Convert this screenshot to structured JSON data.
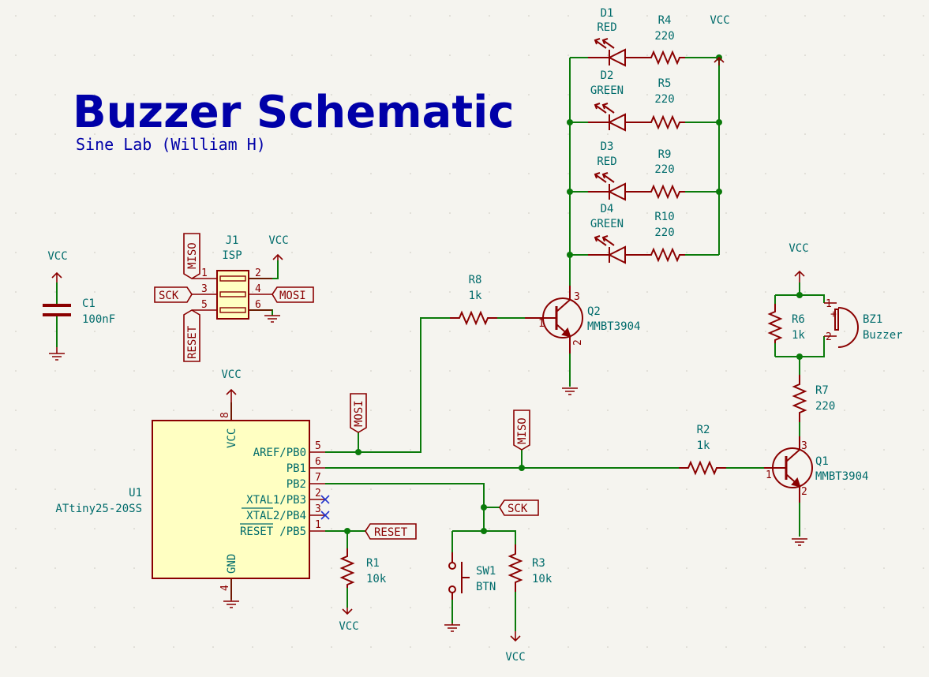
{
  "title": "Buzzer Schematic",
  "subtitle": "Sine Lab (William H)",
  "power": {
    "vcc": "VCC"
  },
  "labels": {
    "miso": "MISO",
    "mosi": "MOSI",
    "sck": "SCK",
    "reset": "RESET"
  },
  "components": {
    "c1": {
      "ref": "C1",
      "value": "100nF"
    },
    "j1": {
      "ref": "J1",
      "value": "ISP",
      "pins": [
        "1",
        "2",
        "3",
        "4",
        "5",
        "6"
      ]
    },
    "u1": {
      "ref": "U1",
      "value": "ATtiny25-20SS",
      "pins": {
        "vcc": "VCC",
        "gnd": "GND",
        "pb0": "AREF/PB0",
        "pb1": "PB1",
        "pb2": "PB2",
        "pb3": "XTAL1/PB3",
        "pb4": "XTAL2/PB4",
        "pb5": "/PB5",
        "reset_overbar": "RESET"
      },
      "pin_numbers": {
        "vcc": "8",
        "gnd": "4",
        "pb0": "5",
        "pb1": "6",
        "pb2": "7",
        "pb3": "2",
        "pb4": "3",
        "pb5": "1"
      }
    },
    "r1": {
      "ref": "R1",
      "value": "10k"
    },
    "r2": {
      "ref": "R2",
      "value": "1k"
    },
    "r3": {
      "ref": "R3",
      "value": "10k"
    },
    "r4": {
      "ref": "R4",
      "value": "220"
    },
    "r5": {
      "ref": "R5",
      "value": "220"
    },
    "r6": {
      "ref": "R6",
      "value": "1k"
    },
    "r7": {
      "ref": "R7",
      "value": "220"
    },
    "r8": {
      "ref": "R8",
      "value": "1k"
    },
    "r9": {
      "ref": "R9",
      "value": "220"
    },
    "r10": {
      "ref": "R10",
      "value": "220"
    },
    "d1": {
      "ref": "D1",
      "value": "RED"
    },
    "d2": {
      "ref": "D2",
      "value": "GREEN"
    },
    "d3": {
      "ref": "D3",
      "value": "RED"
    },
    "d4": {
      "ref": "D4",
      "value": "GREEN"
    },
    "q1": {
      "ref": "Q1",
      "value": "MMBT3904",
      "pins": [
        "1",
        "2",
        "3"
      ]
    },
    "q2": {
      "ref": "Q2",
      "value": "MMBT3904",
      "pins": [
        "1",
        "2",
        "3"
      ]
    },
    "sw1": {
      "ref": "SW1",
      "value": "BTN"
    },
    "bz1": {
      "ref": "BZ1",
      "value": "Buzzer",
      "pins": [
        "1",
        "2"
      ],
      "plus": "+"
    }
  }
}
